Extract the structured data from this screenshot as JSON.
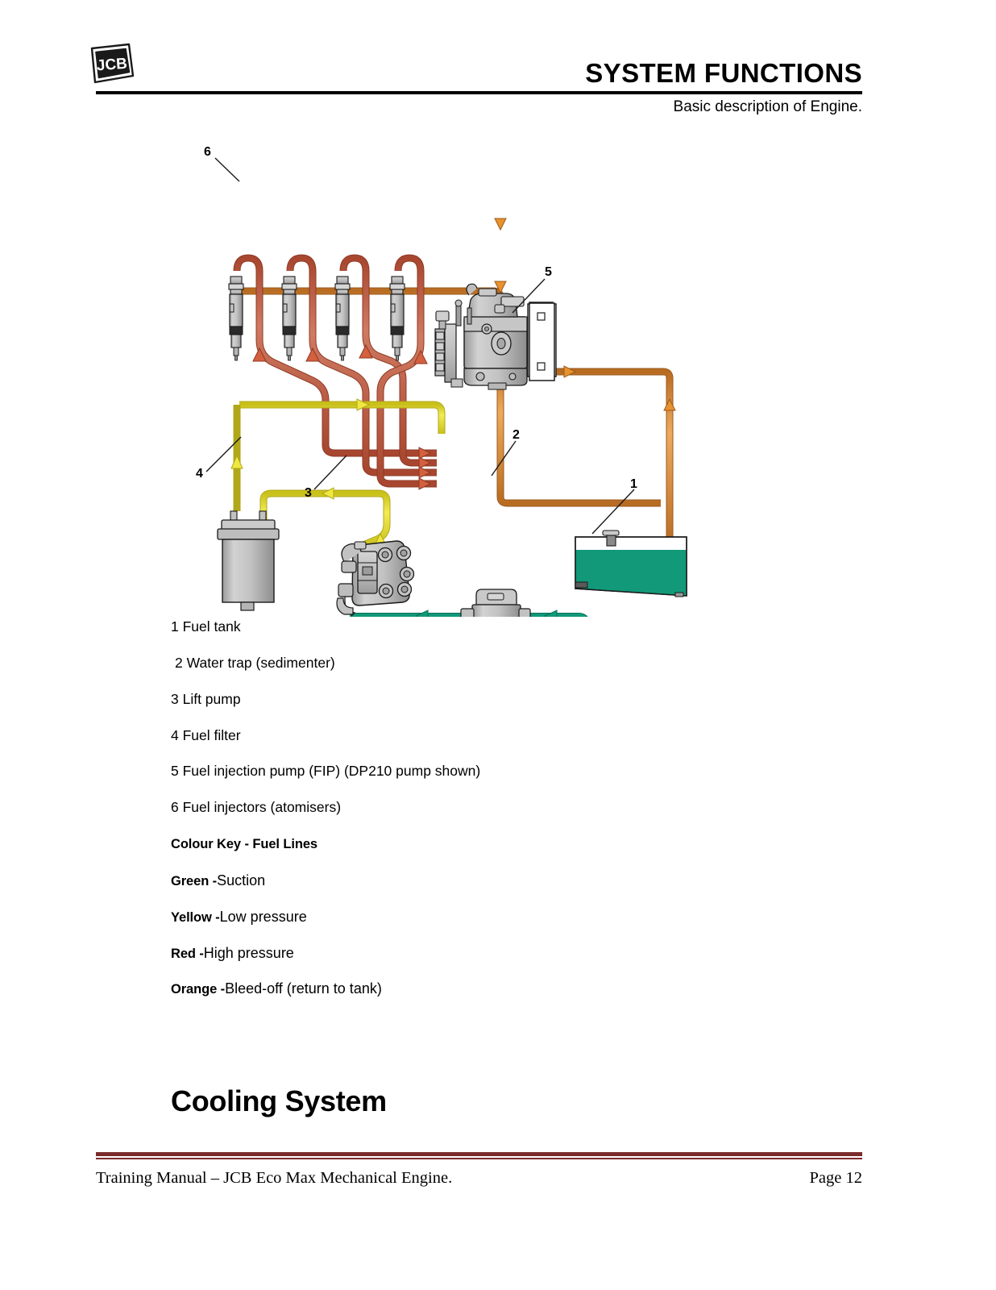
{
  "header": {
    "logo_text": "JCB",
    "title": "SYSTEM FUNCTIONS",
    "subtitle": "Basic description of Engine."
  },
  "diagram": {
    "title": "Fuel system schematic",
    "callouts": [
      {
        "id": "1",
        "label": "1"
      },
      {
        "id": "2",
        "label": "2"
      },
      {
        "id": "3",
        "label": "3"
      },
      {
        "id": "4",
        "label": "4"
      },
      {
        "id": "5",
        "label": "5"
      },
      {
        "id": "6",
        "label": "6"
      }
    ],
    "colors": {
      "green_suction": "#11997a",
      "yellow_low_pressure": "#e8e020",
      "red_high_pressure": "#c05a46",
      "orange_bleed_off": "#e08a33",
      "metal_light": "#c9c9c9",
      "metal_mid": "#b3b3b3",
      "metal_dark": "#8f8f8f",
      "outline": "#1a1a1a",
      "fuel_fill": "#11997a"
    }
  },
  "parts_list": [
    {
      "num": "1",
      "text": "1 Fuel tank"
    },
    {
      "num": "2",
      "text": " 2 Water trap (sedimenter)"
    },
    {
      "num": "3",
      "text": "3 Lift pump"
    },
    {
      "num": "4",
      "text": "4 Fuel filter"
    },
    {
      "num": "5",
      "text": "5 Fuel injection pump (FIP) (DP210 pump shown)"
    },
    {
      "num": "6",
      "text": "6 Fuel injectors (atomisers)"
    }
  ],
  "colour_key": {
    "title": "Colour Key - Fuel Lines",
    "entries": [
      {
        "name": "Green",
        "dash": " -",
        "desc": "Suction"
      },
      {
        "name": "Yellow",
        "dash": " -",
        "desc": "Low pressure"
      },
      {
        "name": "Red",
        "dash": " -",
        "desc": "High pressure"
      },
      {
        "name": "Orange",
        "dash": " -",
        "desc": "Bleed-off (return to tank)"
      }
    ]
  },
  "section_heading": "Cooling System",
  "footer": {
    "left": "Training Manual – JCB Eco Max Mechanical Engine.",
    "right": "Page 12"
  }
}
